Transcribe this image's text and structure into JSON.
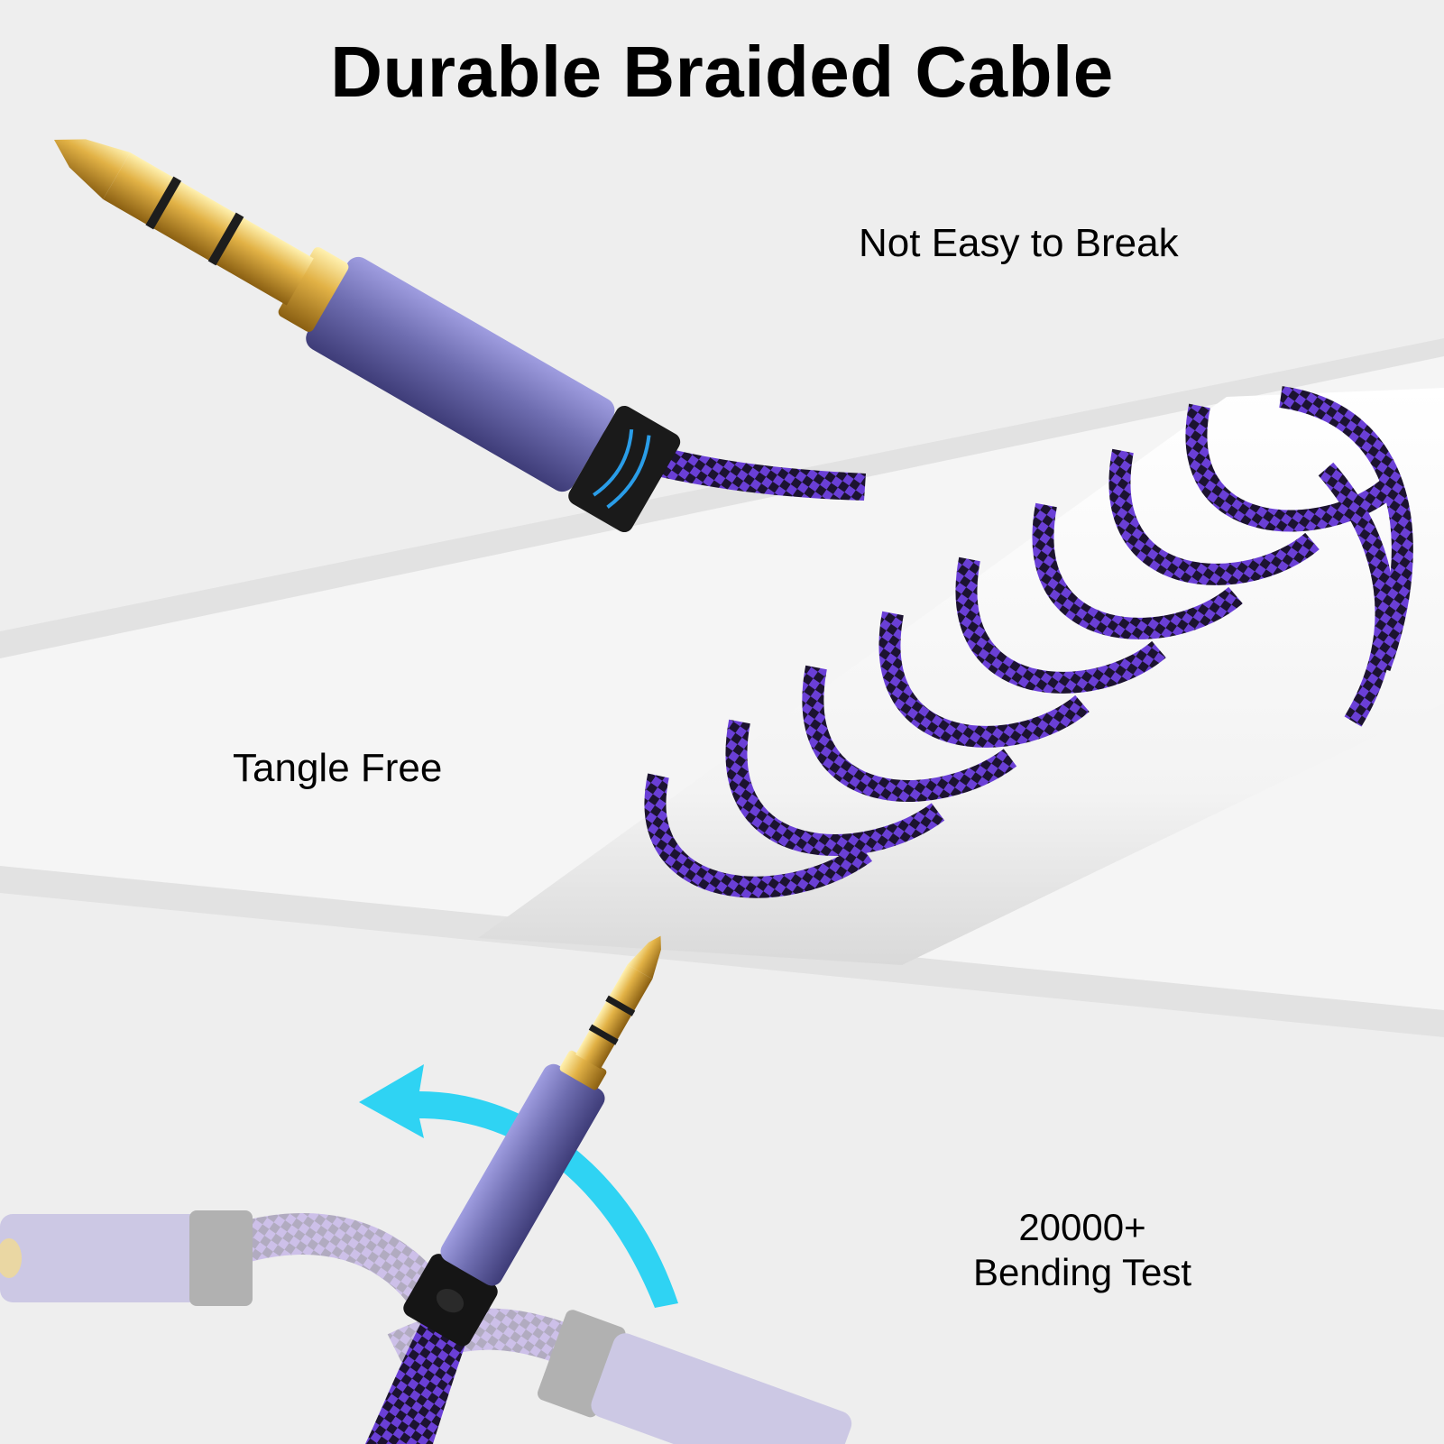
{
  "title": "Durable Braided Cable",
  "features": {
    "not_easy_to_break": "Not Easy to Break",
    "tangle_free": "Tangle Free",
    "bending_count": "20000+",
    "bending_label": "Bending Test"
  },
  "colors": {
    "background": "#eeeeee",
    "braid_purple": "#6a3fd6",
    "braid_dark": "#1c1330",
    "connector_purple": "#6e6db0",
    "gold": "#d9a93a",
    "arrow_cyan": "#2fd3f3",
    "text": "#000000"
  },
  "icons": [
    "bend-arrow-icon"
  ]
}
